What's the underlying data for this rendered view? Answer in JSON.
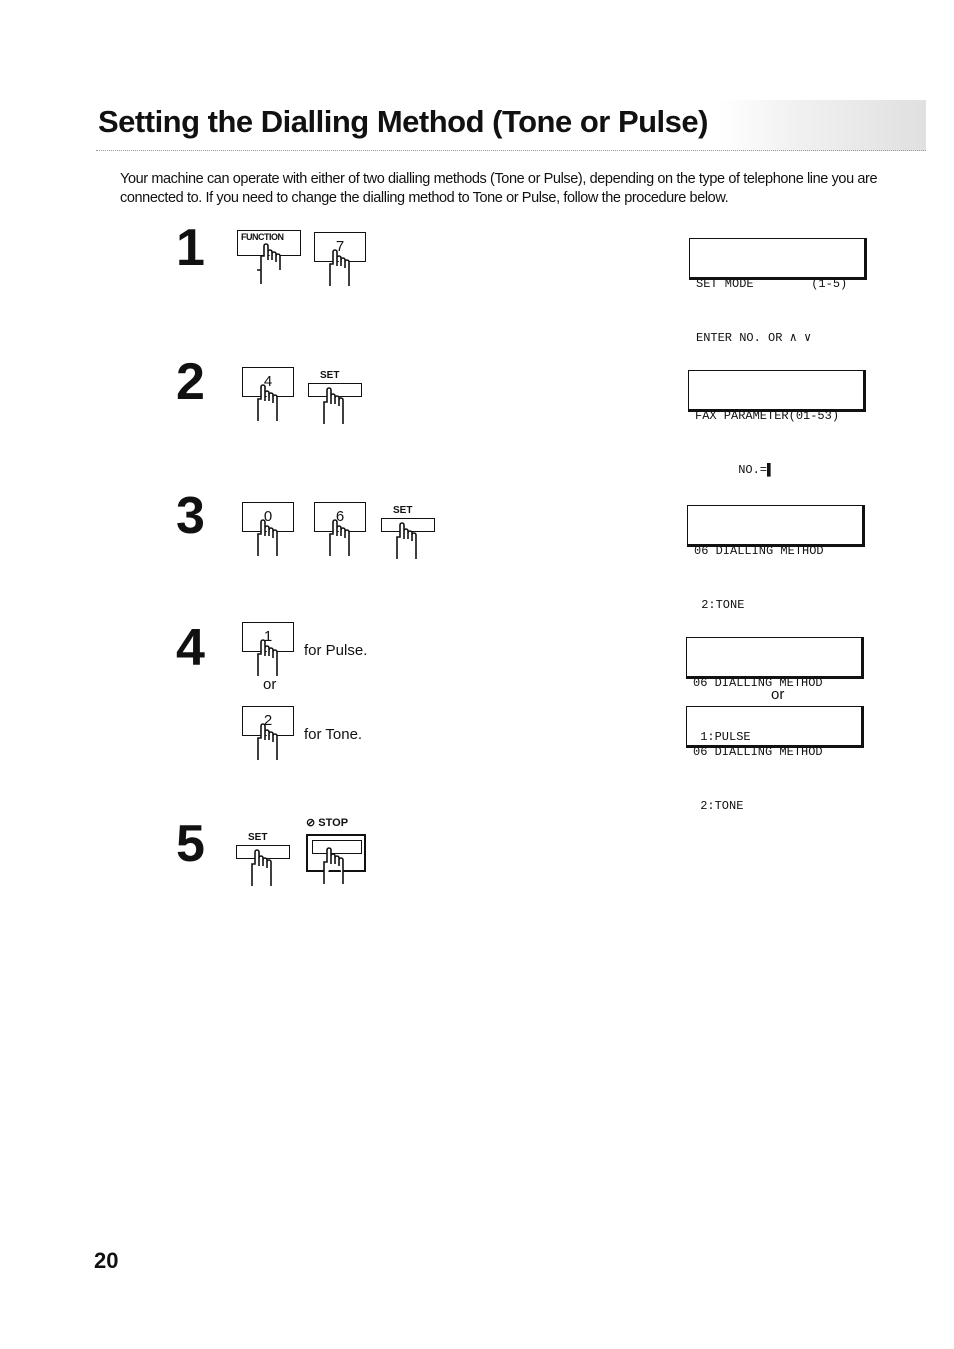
{
  "title": "Setting the Dialling Method (Tone or Pulse)",
  "intro": "Your machine can operate with either of two dialling methods (Tone or Pulse), depending on the type of telephone line you are connected to. If you need to change the dialling method to Tone or Pulse, follow the procedure below.",
  "steps": [
    {
      "number": "1",
      "keys": [
        "FUNCTION",
        "7"
      ],
      "display": [
        "SET MODE        (1-5)",
        "ENTER NO. OR ∧ ∨"
      ]
    },
    {
      "number": "2",
      "keys": [
        "4",
        "SET"
      ],
      "display": [
        "FAX PARAMETER(01-53)",
        "      NO.=▌"
      ]
    },
    {
      "number": "3",
      "keys": [
        "0",
        "6",
        "SET"
      ],
      "display": [
        "06 DIALLING METHOD",
        " 2:TONE"
      ]
    },
    {
      "number": "4",
      "option_pulse": {
        "key": "1",
        "text": "for Pulse.",
        "display": [
          "06 DIALLING METHOD",
          " 1:PULSE"
        ]
      },
      "or_text": "or",
      "option_tone": {
        "key": "2",
        "text": "for Tone.",
        "display": [
          "06 DIALLING METHOD",
          " 2:TONE"
        ]
      }
    },
    {
      "number": "5",
      "keys": [
        "SET",
        "STOP"
      ]
    }
  ],
  "page_number": "20"
}
